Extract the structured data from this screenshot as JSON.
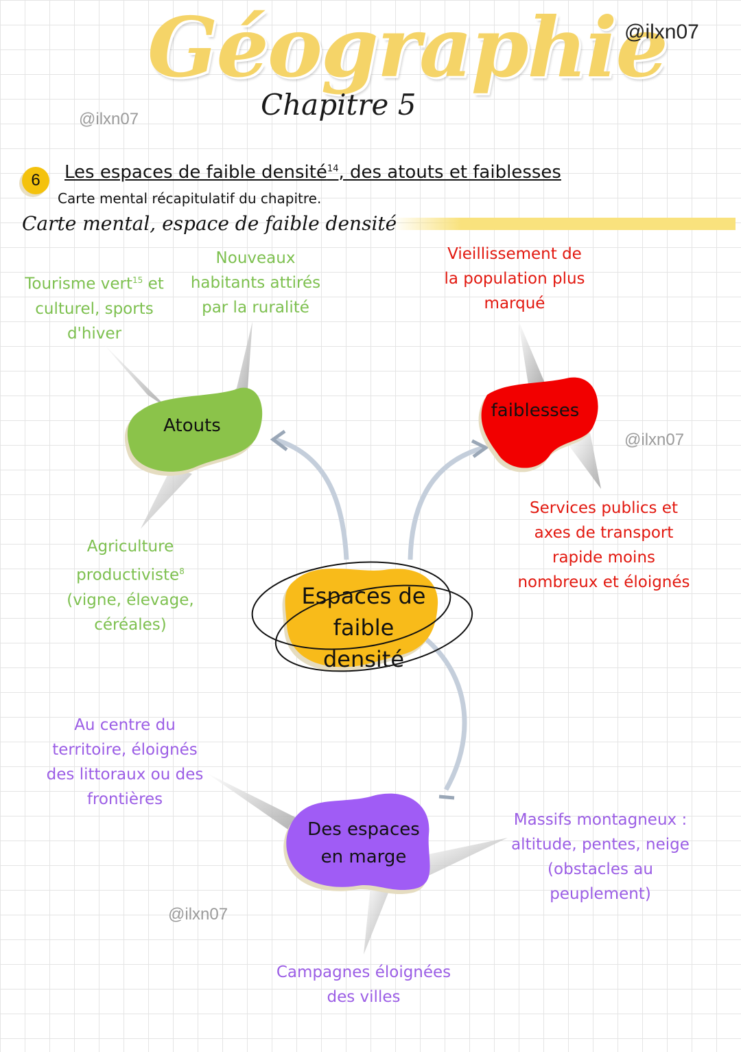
{
  "header": {
    "title": "Géographie",
    "chapter": "Chapitre 5",
    "watermarks": [
      "@ilxn07",
      "@ilxn07",
      "@ilxn07",
      "@ilxn07"
    ]
  },
  "section": {
    "number": "6",
    "title": "Les espaces de faible densité",
    "footnote": "14",
    "title_suffix": ", des atouts et faiblesses",
    "subtitle": "Carte mental récapitulatif du chapitre.",
    "map_heading": "Carte mental, espace de faible densité"
  },
  "mind_map": {
    "center": "Espaces de faible densité",
    "atouts": {
      "label": "Atouts",
      "items": [
        {
          "text": "Tourisme vert",
          "footnote": "15",
          "text_after": " et culturel, sports d'hiver"
        },
        {
          "text": "Nouveaux habitants attirés par la ruralité"
        },
        {
          "text": "Agriculture productiviste",
          "footnote": "8",
          "text_after": " (vigne, élevage, céréales)"
        }
      ]
    },
    "faiblesses": {
      "label": "faiblesses",
      "items": [
        {
          "text": "Vieillissement de la population plus marqué"
        },
        {
          "text": "Services publics et axes de transport rapide moins nombreux et éloignés"
        }
      ]
    },
    "marge": {
      "label": "Des espaces en marge",
      "items": [
        {
          "text": "Au centre du territoire, éloignés des littoraux ou des frontières"
        },
        {
          "text": "Massifs montagneux : altitude, pentes, neige (obstacles au peuplement)"
        },
        {
          "text": "Campagnes éloignées des villes"
        }
      ]
    }
  },
  "colors": {
    "atouts": "#8bc34a",
    "faiblesses": "#f20000",
    "center": "#f8bb1a",
    "marge": "#a05cf5",
    "title_yellow": "#f5d468",
    "note_green": "#7dc04f",
    "note_red": "#e2180f",
    "note_purple": "#9b5de5"
  }
}
